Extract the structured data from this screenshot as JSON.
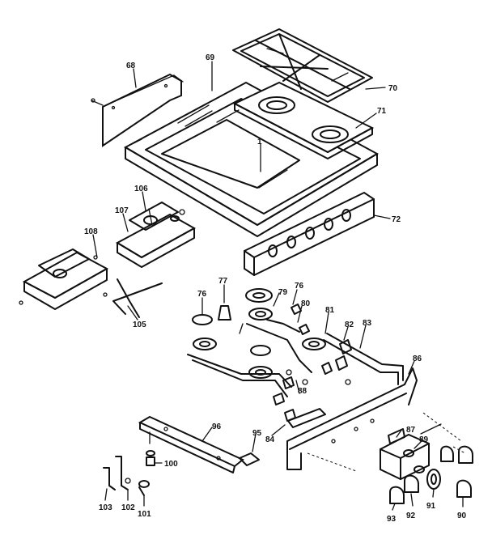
{
  "callouts": [
    {
      "id": "c68a",
      "text": "68"
    },
    {
      "id": "c69",
      "text": "69"
    },
    {
      "id": "c70",
      "text": "70"
    },
    {
      "id": "c71",
      "text": "71"
    },
    {
      "id": "c1",
      "text": "1"
    },
    {
      "id": "c72",
      "text": "72"
    },
    {
      "id": "c106",
      "text": "106"
    },
    {
      "id": "c107",
      "text": "107"
    },
    {
      "id": "c108",
      "text": "108"
    },
    {
      "id": "c105",
      "text": "105"
    },
    {
      "id": "c76a",
      "text": "76"
    },
    {
      "id": "c77",
      "text": "77"
    },
    {
      "id": "c79",
      "text": "79"
    },
    {
      "id": "c76b",
      "text": "76"
    },
    {
      "id": "c80",
      "text": "80"
    },
    {
      "id": "c81",
      "text": "81"
    },
    {
      "id": "c82a",
      "text": "82"
    },
    {
      "id": "c83",
      "text": "83"
    },
    {
      "id": "c86",
      "text": "86"
    },
    {
      "id": "c88",
      "text": "88"
    },
    {
      "id": "c84",
      "text": "84"
    },
    {
      "id": "c96",
      "text": "96"
    },
    {
      "id": "c95",
      "text": "95"
    },
    {
      "id": "c87",
      "text": "87"
    },
    {
      "id": "c89",
      "text": "89"
    },
    {
      "id": "c100",
      "text": "100"
    },
    {
      "id": "c103",
      "text": "103"
    },
    {
      "id": "c102",
      "text": "102"
    },
    {
      "id": "c101",
      "text": "101"
    },
    {
      "id": "c93",
      "text": "93"
    },
    {
      "id": "c92",
      "text": "92"
    },
    {
      "id": "c91",
      "text": "91"
    },
    {
      "id": "c90",
      "text": "90"
    }
  ]
}
